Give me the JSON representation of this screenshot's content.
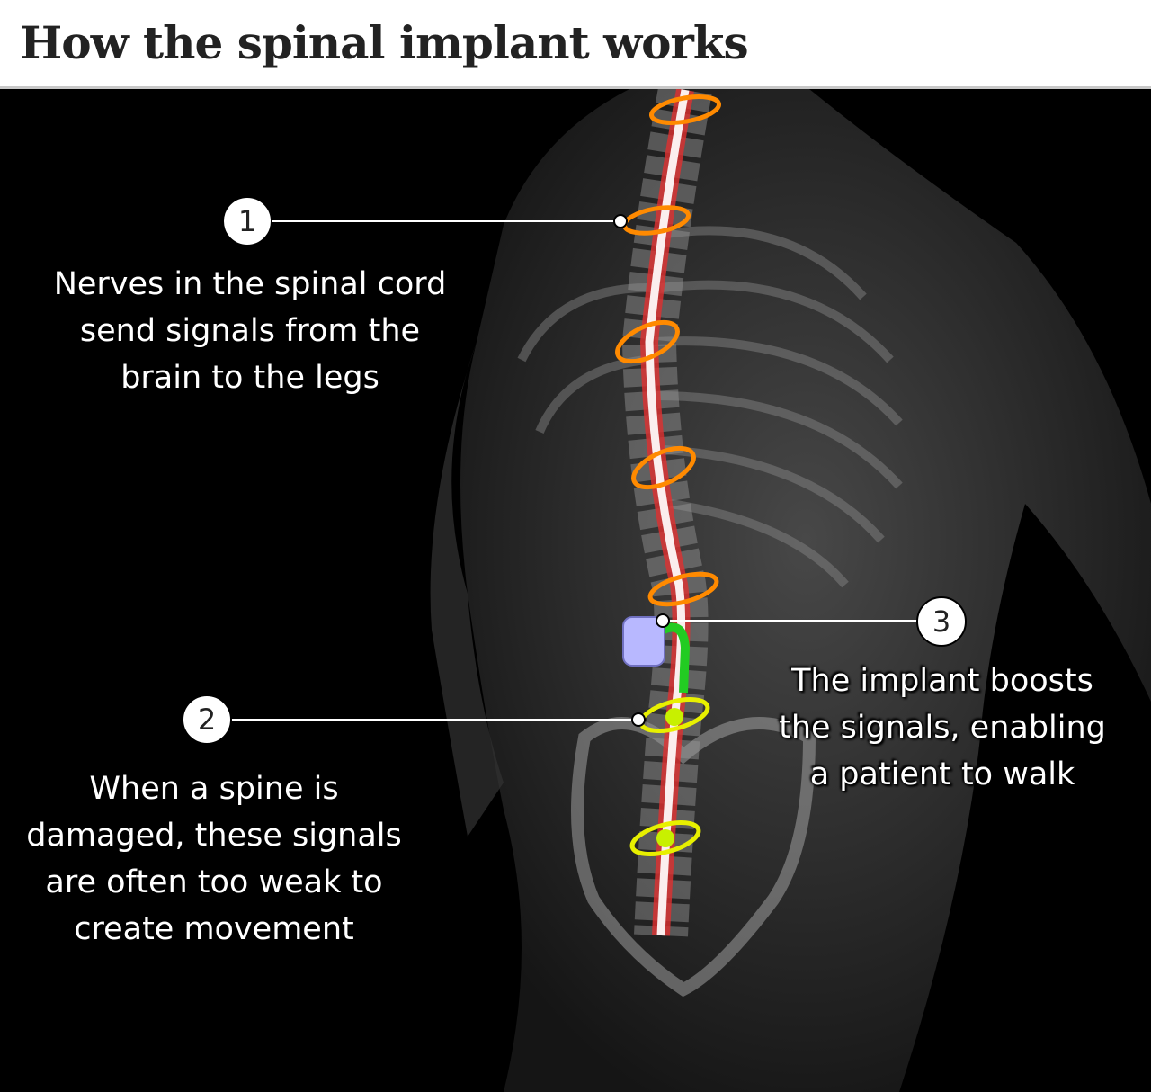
{
  "title": "How the spinal implant works",
  "callouts": [
    {
      "number": "1",
      "text": "Nerves in the spinal cord\nsend signals from the\nbrain to the legs"
    },
    {
      "number": "2",
      "text": "When a spine is\ndamaged, these signals\nare often too weak to\ncreate movement"
    },
    {
      "number": "3",
      "text": "The implant boosts\nthe signals, enabling\na patient to walk"
    }
  ],
  "colors": {
    "spinal_cord": "#f3c0b8",
    "nerve_ring": "#ff8a00",
    "stimulated_ring": "#e8f000",
    "implant": "#b8b8ff",
    "lead": "#22cc22"
  }
}
